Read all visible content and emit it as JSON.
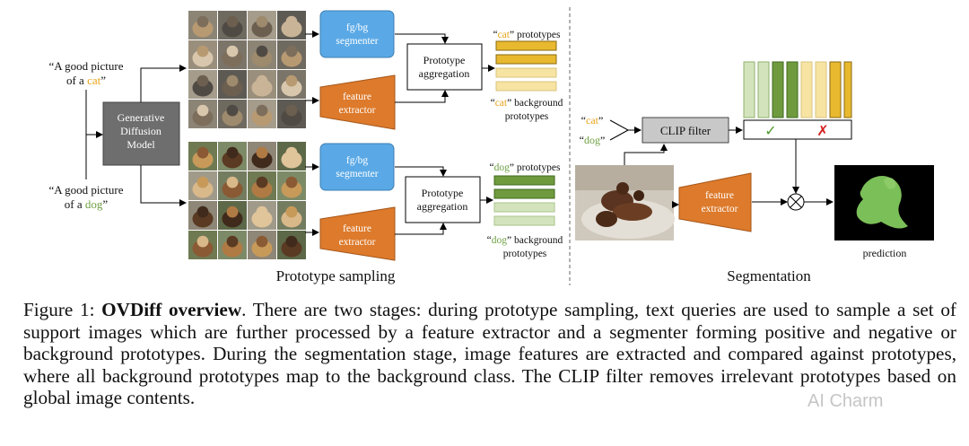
{
  "diagram": {
    "prompts": {
      "cat": {
        "line1": "“A good picture",
        "line2_pre": "of a ",
        "word": "cat",
        "line2_post": "”"
      },
      "dog": {
        "line1": "“A good picture",
        "line2_pre": "of a ",
        "word": "dog",
        "line2_post": "”"
      }
    },
    "generative_model": [
      "Generative",
      "Diffusion",
      "Model"
    ],
    "segmenter": [
      "fg/bg",
      "segmenter"
    ],
    "feature_extractor": [
      "feature",
      "extractor"
    ],
    "aggregation": [
      "Prototype",
      "aggregation"
    ],
    "cat_prototypes": {
      "q1": "“",
      "word": "cat",
      "q2": "” prototypes"
    },
    "cat_background": {
      "q1": "“",
      "word": "cat",
      "q2": "” background",
      "line2": "prototypes"
    },
    "dog_prototypes": {
      "q1": "“",
      "word": "dog",
      "q2": "” prototypes"
    },
    "dog_background": {
      "q1": "“",
      "word": "dog",
      "q2": "” background",
      "line2": "prototypes"
    },
    "query_cat": {
      "q1": "“",
      "word": "cat",
      "q2": "”"
    },
    "query_dog": {
      "q1": "“",
      "word": "dog",
      "q2": "”"
    },
    "clip_filter": "CLIP filter",
    "check": "✓",
    "cross": "✗",
    "otimes": "⊗",
    "prediction": "prediction",
    "stage_sampling": "Prototype sampling",
    "stage_segmentation": "Segmentation",
    "colors": {
      "cat_word": "#e8a317",
      "dog_word": "#6fa043",
      "segmenter_blue": "#5aa9e6",
      "extractor_orange": "#dd7a2b",
      "model_gray": "#6e6e6e",
      "clip_gray": "#c8c8c8"
    }
  },
  "caption": {
    "label": "Figure 1: ",
    "title": "OVDiff overview",
    "text": ". There are two stages: during prototype sampling, text queries are used to sample a set of support images which are further processed by a feature extractor and a segmenter forming positive and negative or background prototypes. During the segmentation stage, image features are extracted and compared against prototypes, where all background prototypes map to the background class. The CLIP filter removes irrelevant prototypes based on global image contents."
  },
  "watermark": "AI Charm"
}
